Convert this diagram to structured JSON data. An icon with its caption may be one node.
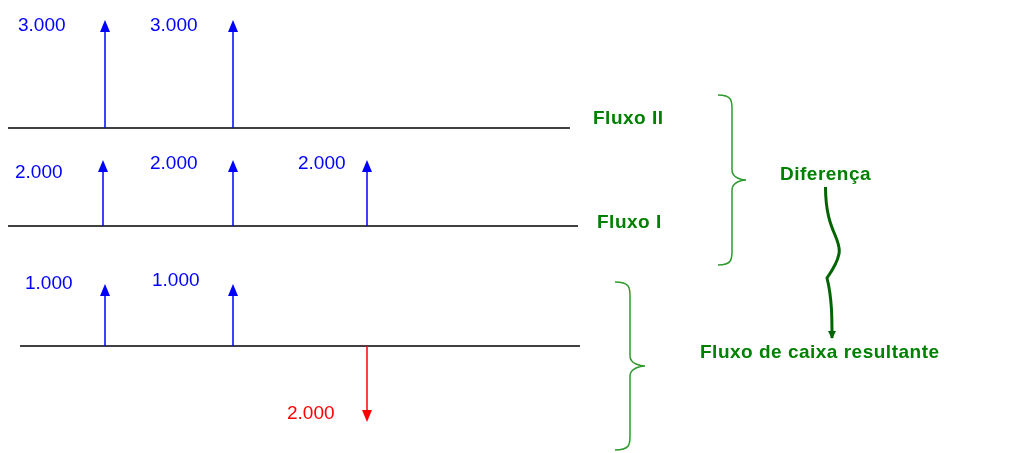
{
  "diagram": {
    "nodes": [
      {
        "text": [
          "Diferença"
        ]
      },
      {
        "text": [
          "Fluxo de caixa resultante"
        ]
      }
    ],
    "edges": [
      {
        "from": 0,
        "to": 1,
        "arrow": "to"
      }
    ],
    "labels": [
      "3.000",
      "3.000",
      "Fluxo II",
      "2.000",
      "2.000",
      "2.000",
      "Fluxo I",
      "1.000",
      "1.000",
      "2.000"
    ]
  }
}
